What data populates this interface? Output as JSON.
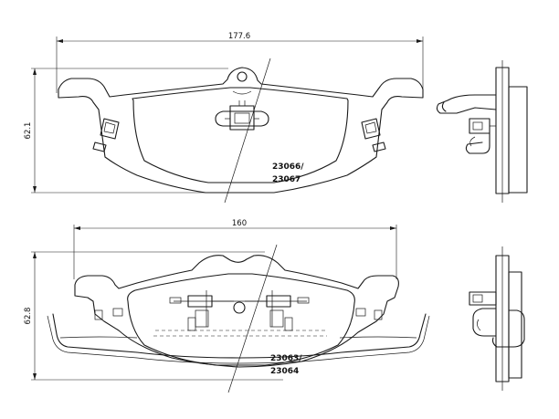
{
  "top_pad": {
    "width_label": "177.6",
    "height_label": "62.1",
    "part_number_1": "23066/",
    "part_number_2": "23067"
  },
  "bottom_pad": {
    "width_label": "160",
    "height_label": "62.8",
    "part_number_1": "23063/",
    "part_number_2": "23064"
  }
}
